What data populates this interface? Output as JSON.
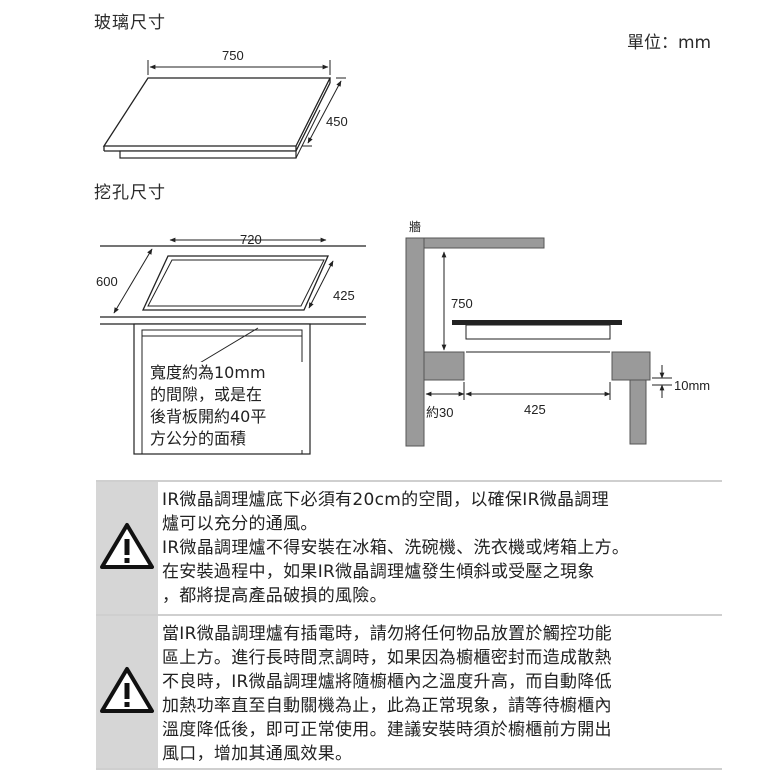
{
  "glass_section": {
    "title": "玻璃尺寸",
    "unit_label": "單位：mm",
    "width_label": "750",
    "depth_label": "450"
  },
  "cutout_section": {
    "title": "挖孔尺寸",
    "width_label": "720",
    "depth_label": "425",
    "counter_depth_label": "600",
    "note_lines": [
      "寬度約為10mm",
      "的間隙，或是在",
      "後背板開約40平",
      "方公分的面積"
    ]
  },
  "side_view": {
    "wall_label": "牆",
    "height_label": "750",
    "gap_label": "10mm",
    "offset_label": "約30",
    "cutout_label": "425"
  },
  "warnings": [
    {
      "icon": "warning-triangle-icon",
      "lines": [
        "IR微晶調理爐底下必須有20cm的空間，以確保IR微晶調理",
        "爐可以充分的通風。",
        "IR微晶調理爐不得安裝在冰箱、洗碗機、洗衣機或烤箱上方。",
        "在安裝過程中，如果IR微晶調理爐發生傾斜或受壓之現象",
        "，都將提高產品破損的風險。"
      ]
    },
    {
      "icon": "warning-triangle-icon",
      "lines": [
        "當IR微晶調理爐有插電時，請勿將任何物品放置於觸控功能",
        "區上方。進行長時間烹調時，如果因為櫥櫃密封而造成散熱",
        "不良時，IR微晶調理爐將隨櫥櫃內之溫度升高，而自動降低",
        "加熱功率直至自動關機為止，此為正常現象，請等待櫥櫃內",
        "溫度降低後，即可正常使用。建議安裝時須於櫥櫃前方開出",
        "風口，增加其通風效果。"
      ]
    }
  ]
}
